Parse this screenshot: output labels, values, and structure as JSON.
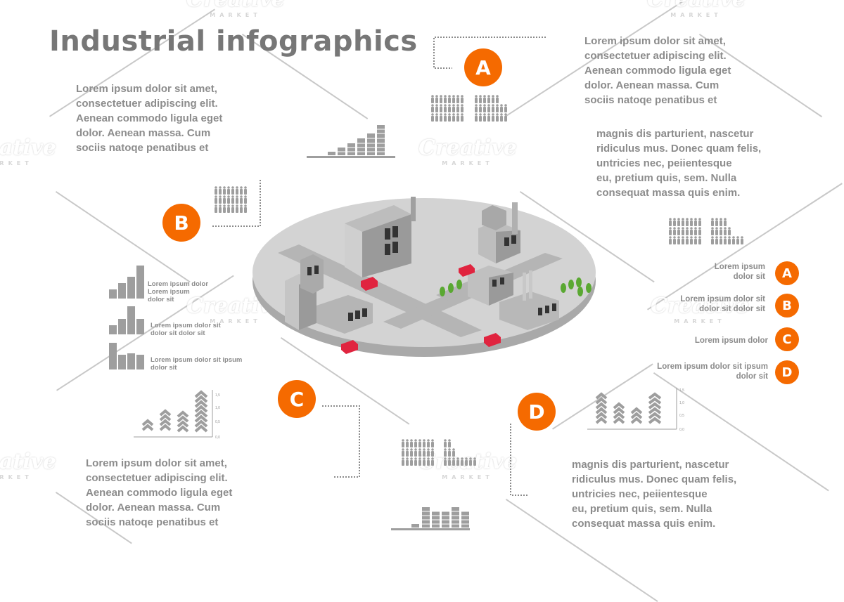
{
  "header": {
    "title": "Industrial  infographics"
  },
  "colors": {
    "accent": "#f56a00",
    "text": "#8c8c8c",
    "title": "#777777",
    "shape": "#9e9e9e",
    "truck": "#e0243f",
    "tree": "#5aa832"
  },
  "watermark": {
    "brand": "Creative",
    "sub": "MARKET"
  },
  "blocks": {
    "top_left": "Lorem ipsum dolor sit amet,\nconsectetuer adipiscing elit.\nAenean commodo ligula eget\ndolor. Aenean massa. Cum\nsociis natoqe penatibus et",
    "top_right": "Lorem ipsum dolor sit amet,\nconsectetuer adipiscing elit.\nAenean commodo ligula eget\ndolor. Aenean massa. Cum\nsociis natoqe penatibus et",
    "mid_right": "magnis dis parturient, nascetur\nridiculus mus. Donec quam felis,\nuntricies nec, peiientesque\neu, pretium quis, sem. Nulla\nconsequat massa quis enim.",
    "bottom_left": "Lorem ipsum dolor sit amet,\nconsectetuer adipiscing elit.\nAenean commodo ligula eget\ndolor. Aenean massa. Cum\nsociis natoqe penatibus et",
    "bottom_right": "magnis dis parturient, nascetur\nridiculus mus. Donec quam felis,\nuntricies nec, peiientesque\neu, pretium quis, sem. Nulla\nconsequat massa quis enim."
  },
  "markers": {
    "a": "A",
    "b": "B",
    "c": "C",
    "d": "D"
  },
  "legend": [
    {
      "letter": "A",
      "text": "Lorem ipsum\ndolor sit"
    },
    {
      "letter": "B",
      "text": "Lorem ipsum dolor sit\ndolor sit dolor sit"
    },
    {
      "letter": "C",
      "text": "Lorem ipsum dolor"
    },
    {
      "letter": "D",
      "text": "Lorem ipsum dolor sit ipsum\ndolor sit"
    }
  ],
  "bar_labels": [
    "Lorem ipsum dolor\nLorem ipsum\ndolor sit",
    "Lorem ipsum dolor sit\ndolor sit  dolor sit",
    "Lorem ipsum dolor sit ipsum\ndolor sit"
  ],
  "chevron_chart_left": {
    "ticks": [
      "1,5",
      "1,0",
      "0,5",
      "0,0"
    ]
  },
  "chevron_chart_right": {
    "ticks": [
      "1,5",
      "1,0",
      "0,5",
      "0,0"
    ]
  }
}
